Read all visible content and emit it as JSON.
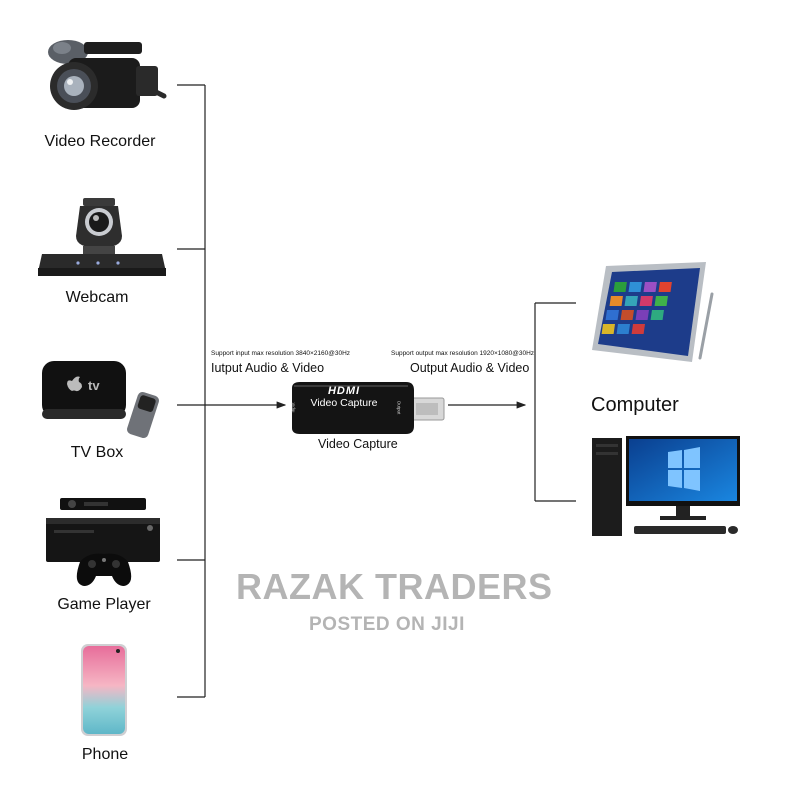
{
  "sources": [
    {
      "label": "Video Recorder",
      "icon": "video-recorder-icon"
    },
    {
      "label": "Webcam",
      "icon": "webcam-icon"
    },
    {
      "label": "TV Box",
      "icon": "tv-box-icon"
    },
    {
      "label": "Game Player",
      "icon": "game-console-icon"
    },
    {
      "label": "Phone",
      "icon": "smartphone-icon"
    }
  ],
  "input": {
    "resolution_note": "Support input max resolution 3840×2160@30Hz",
    "label": "Iutput Audio & Video"
  },
  "output": {
    "resolution_note": "Support output max resolution 1920×1080@30Hz",
    "label": "Output Audio & Video"
  },
  "device": {
    "brand": "HDMI",
    "name": "Video Capture",
    "caption": "Video Capture",
    "port_in": "Input",
    "port_out": "Output"
  },
  "destination": {
    "label": "Computer",
    "icons": [
      "tablet-icon",
      "desktop-pc-icon"
    ]
  },
  "watermark": {
    "line1": "RAZAK TRADERS",
    "line2": "POSTED ON JIJI"
  }
}
